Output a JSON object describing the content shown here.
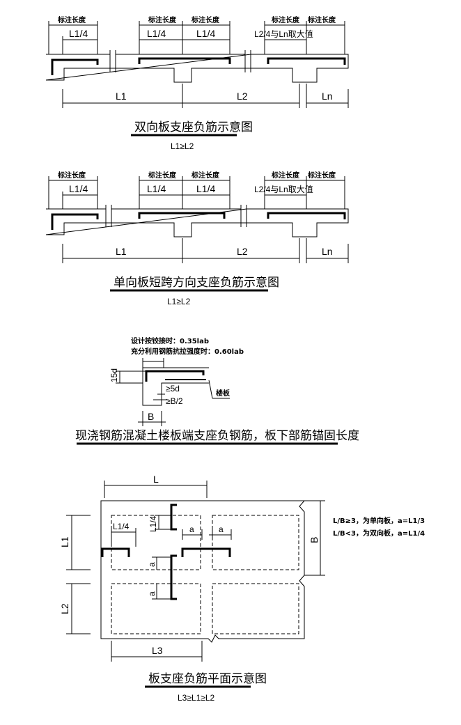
{
  "section1": {
    "mark_length": "标注长度",
    "l_quarter": "L1/4",
    "l2_quarter_ln": "L2/4与Ln取大值",
    "span_l1": "L1",
    "span_l2": "L2",
    "span_ln": "Ln",
    "title": "双向板支座负筋示意图",
    "subtitle": "L1≥L2"
  },
  "section2": {
    "mark_length": "标注长度",
    "l_quarter": "L1/4",
    "l2_quarter_ln": "L2/4与Ln取大值",
    "span_l1": "L1",
    "span_l2": "L2",
    "span_ln": "Ln",
    "title": "单向板短跨方向支座负筋示意图",
    "subtitle": "L1≥L2"
  },
  "section3": {
    "note_hinged": "设计按铰接时：0.35lab",
    "note_full": "充分利用钢筋抗拉强度时：0.60lab",
    "dim_15d": "15d",
    "dim_5d": "≥5d",
    "dim_b2": "≥B/2",
    "dim_b": "B",
    "slab_label": "楼板",
    "title": "现浇钢筋混凝土楼板端支座负钢筋，板下部筋锚固长度"
  },
  "section4": {
    "dim_l": "L",
    "dim_l1": "L1",
    "dim_l2": "L2",
    "dim_l3": "L3",
    "dim_b": "B",
    "dim_l1_quarter": "L1/4",
    "dim_l1_quarter_v": "L1/4",
    "dim_a1": "a",
    "dim_a2": "a",
    "dim_a3": "a",
    "dim_a4": "a",
    "rule_one_way": "L/B≥3，为单向板，a=L1/3",
    "rule_two_way": "L/B<3，为双向板，a=L1/4",
    "title": "板支座负筋平面示意图",
    "subtitle": "L3≥L1≥L2"
  }
}
